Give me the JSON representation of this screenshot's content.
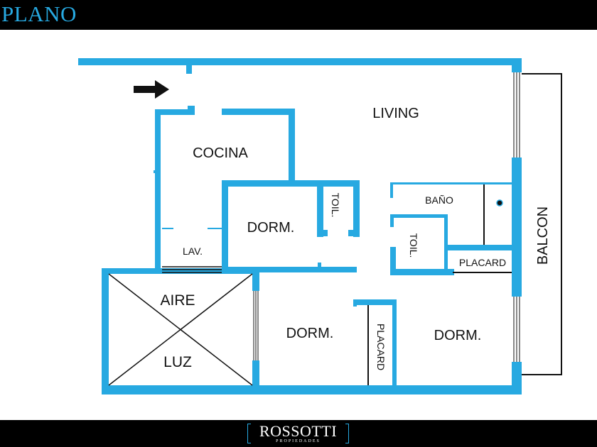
{
  "header": {
    "title": "PLANO"
  },
  "footer": {
    "logo_name": "ROSSOTTI",
    "logo_sub": "PROPIEDADES"
  },
  "rooms": {
    "living": "LIVING",
    "cocina": "COCINA",
    "dorm_center": "DORM.",
    "toil_left": "TOIL.",
    "bano": "BAÑO",
    "toil_right": "TOIL.",
    "placard_right": "PLACARD",
    "balcon": "BALCON",
    "lav": "LAV.",
    "aire": "AIRE",
    "luz": "LUZ",
    "dorm_bottom_left": "DORM.",
    "placard_bottom": "PLACARD",
    "dorm_bottom_right": "DORM."
  },
  "colors": {
    "wall": "#27a9e1",
    "header_bg": "#000000",
    "title": "#27a9e1"
  }
}
